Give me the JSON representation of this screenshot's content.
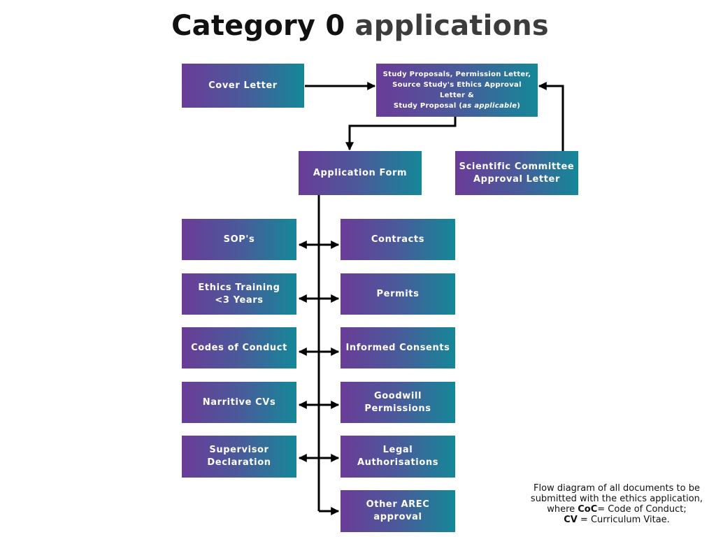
{
  "title": {
    "part1": "Category 0",
    "part2": "applications"
  },
  "boxes": {
    "cover_letter": "Cover Letter",
    "study_proposals": {
      "line1": "Study Proposals, Permission Letter,",
      "line2": "Source Study's Ethics Approval Letter &",
      "line3_pre": "Study Proposal (",
      "line3_em": "as applicable",
      "line3_post": ")"
    },
    "application_form": "Application Form",
    "scientific_committee": {
      "line1": "Scientific Committee",
      "line2": "Approval Letter"
    },
    "sops": "SOP's",
    "contracts": "Contracts",
    "ethics_training": {
      "line1": "Ethics Training",
      "line2": "<3 Years"
    },
    "permits": "Permits",
    "codes_of_conduct": "Codes of Conduct",
    "informed_consents": "Informed Consents",
    "narritive_cvs": "Narritive CVs",
    "goodwill_permissions": "Goodwill Permissions",
    "supervisor_declaration": "Supervisor Declaration",
    "legal_authorisations": "Legal Authorisations",
    "other_arec_approval": "Other AREC approval"
  },
  "caption": {
    "line1": "Flow diagram of all documents to be",
    "line2": "submitted with the ethics application,",
    "line3_pre": "where ",
    "coc": "CoC",
    "line3_post": "= Code of Conduct;",
    "cv": "CV",
    "line4_post": " = Curriculum Vitae."
  },
  "colors": {
    "gradient_start": "#6a3c98",
    "gradient_end": "#148898",
    "arrow": "#000000"
  }
}
